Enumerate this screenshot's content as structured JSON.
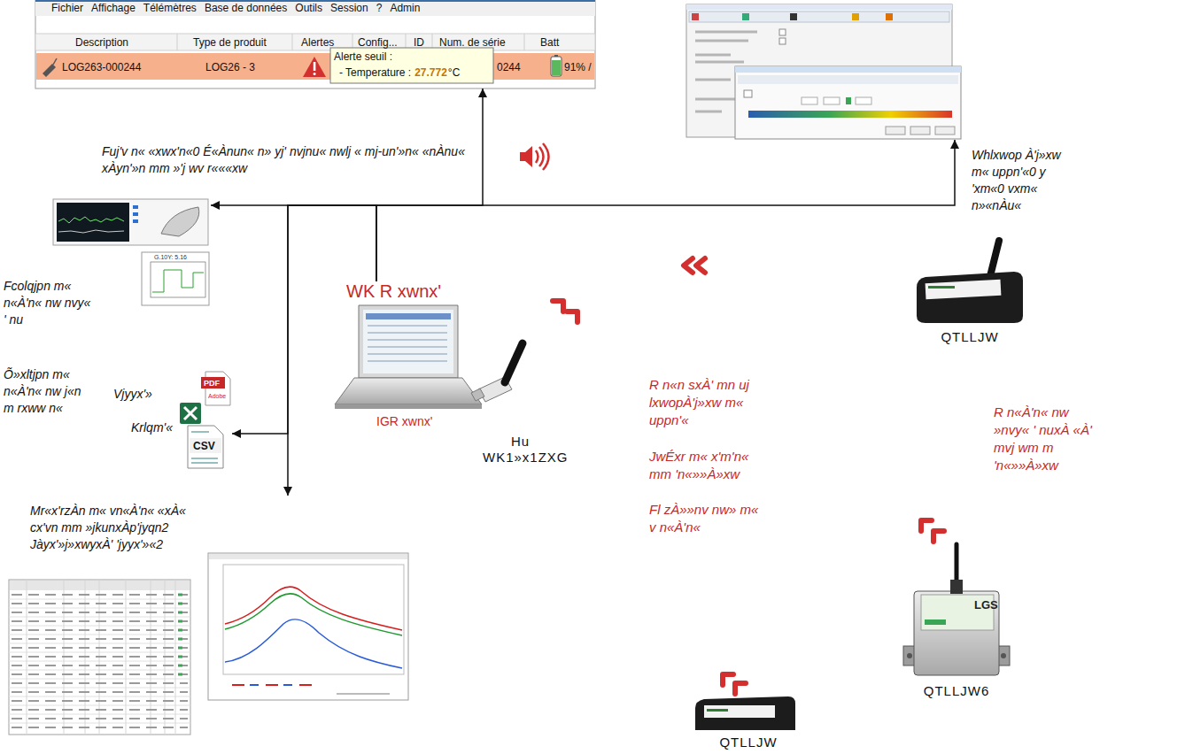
{
  "diagram": {
    "nodes": [
      {
        "text": [
          "Fuj'v n« «xwx'n«0 É«Ànun« n» yj' nvjnu« nwlj « mj-un'»n« «nÀnu« xÀyn'»n mm »'j wv r«««xw"
        ]
      },
      {
        "text": [
          "Whlxwop À'j»xw m« uppn'«0 y 'xm«0 vxm« n»«nÀu«"
        ]
      },
      {
        "text": [
          "Fcolqjpn m« n«À'n« nw nvy« ' nu"
        ]
      },
      {
        "text": [
          "Õ»xltjpn m« n«À'n« nw j«n m rxww n«",
          "Vjyyx'»",
          "Krlqm'«"
        ]
      },
      {
        "text": [
          "Mr«x'rzÀn m« vn«À'n« «xÀ« cx'vn mm »jkunxÀp'jyqn2 Jàyx'»j»xwyxÀ' 'jyyx'»«2"
        ]
      },
      {
        "text": [
          "WK R xwnx'",
          "IGR xwnx'"
        ]
      },
      {
        "text": [
          "Hu WK1»x1ZXG"
        ]
      },
      {
        "text": [
          "QTLLJW"
        ]
      },
      {
        "text": [
          "QTLLJW6"
        ]
      },
      {
        "text": [
          "QTLLJW"
        ]
      }
    ],
    "edges": [
      {
        "from": 5,
        "to": 0,
        "arrow": "to"
      },
      {
        "from": 5,
        "to": 1,
        "arrow": "to"
      },
      {
        "from": 5,
        "to": 2,
        "arrow": "to"
      },
      {
        "from": 5,
        "to": 3,
        "arrow": "to"
      },
      {
        "from": 5,
        "to": 4,
        "arrow": "to"
      }
    ],
    "labels": [
      "Fichier",
      "Affichage",
      "Télémètres",
      "Base de données",
      "Outils",
      "Session",
      "?",
      "Admin",
      "Description",
      "Type de produit",
      "Alertes",
      "Config...",
      "ID",
      "Num. de série",
      "Batt",
      "LOG263-000244",
      "LOG26 - 3",
      "0244",
      "91% /",
      "Alerte seuil :",
      "- Temperature :",
      "27.772",
      "°C",
      "R n«n sxÀ' mn uj lxwopÀ'j»xw m« uppn'«",
      "JwÉxr m« x'm'n« mm 'n«»»À»xw",
      "Fl zÀ»»nv nw» m« v n«À'n«",
      "R n«À'n« nw »nvy« ' nuxÀ «À' mvj wm m 'n«»»À»xw",
      "LGS",
      "G.10Y: 5.16",
      "CSV",
      "PDF",
      "Adobe"
    ]
  }
}
